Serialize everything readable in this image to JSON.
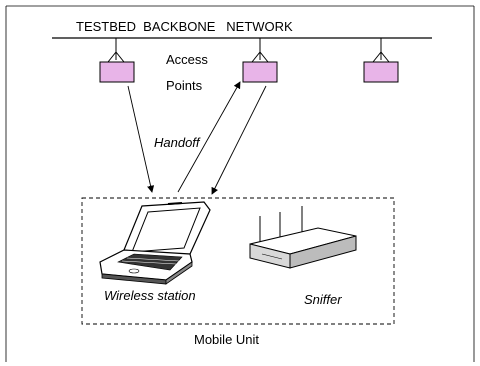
{
  "title": "TESTBED  BACKBONE   NETWORK",
  "labels": {
    "access_line1": "Access",
    "access_line2": "Points",
    "handoff": "Handoff",
    "wireless_station": "Wireless station",
    "sniffer": "Sniffer",
    "mobile_unit": "Mobile Unit"
  },
  "colors": {
    "access_point_fill": "#e8b4e8",
    "line": "#000000"
  },
  "icons": {
    "laptop": "laptop-icon",
    "sniffer": "sniffer-device-icon"
  }
}
